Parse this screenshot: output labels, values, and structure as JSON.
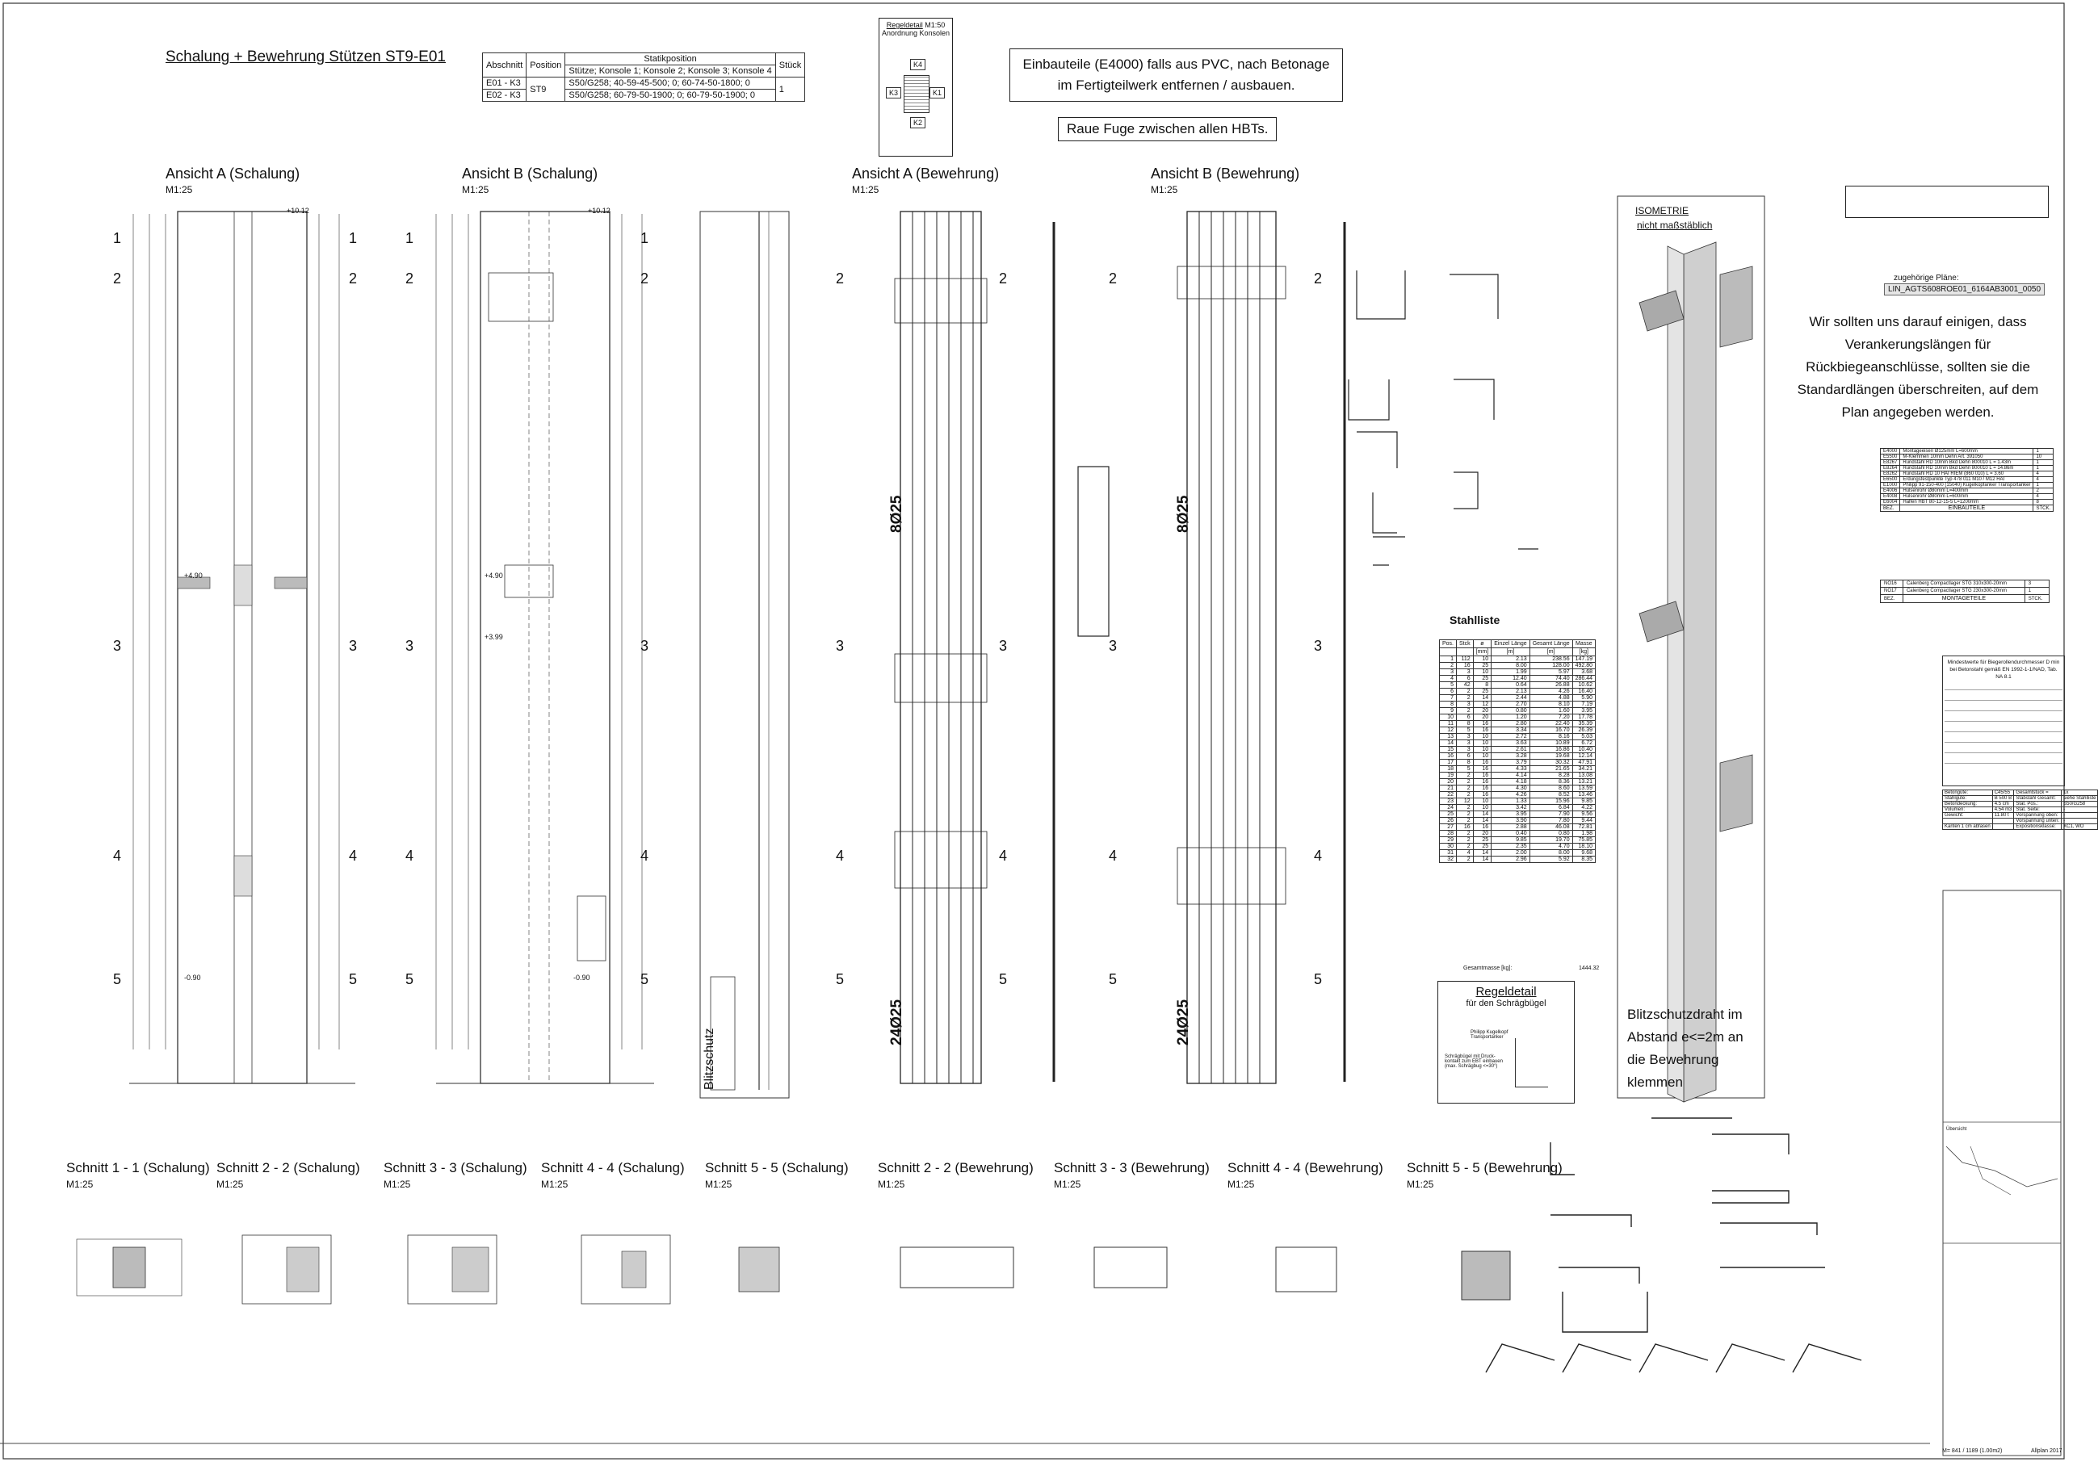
{
  "header": {
    "title": "Schalung + Bewehrung Stützen ST9-E01"
  },
  "position_table": {
    "col_abschnitt": "Abschnitt",
    "col_position": "Position",
    "col_statik": "Statikposition",
    "col_statik_sub": "Stütze; Konsole 1; Konsole 2; Konsole 3; Konsole 4",
    "col_stueck": "Stück",
    "rows": [
      {
        "abschnitt": "E01 - K3",
        "statik": "S50/G258; 40-59-45-500; 0; 60-74-50-1800; 0"
      },
      {
        "abschnitt": "E02 - K3",
        "statik": "S50/G258; 60-79-50-1900; 0; 60-79-50-1900; 0"
      }
    ],
    "position": "ST9",
    "stueck": "1"
  },
  "regeldetail_top": {
    "title": "Regeldetail",
    "scale": "M1:50",
    "subtitle": "Anordnung Konsolen",
    "k1": "K1",
    "k2": "K2",
    "k3": "K3",
    "k4": "K4"
  },
  "notes": {
    "einbauteile": "Einbauteile (E4000) falls aus PVC, nach Betonage im Fertigteilwerk entfernen / ausbauen.",
    "fuge": "Raue Fuge zwischen allen HBTs.",
    "verankerung": "Wir sollten uns darauf einigen, dass Verankerungslängen für Rückbiegeanschlüsse, sollten sie die Standardlängen überschreiten, auf dem Plan angegeben werden.",
    "blitzschutz": "Blitzschutzdraht im Abstand e<=2m an die Bewehrung klemmen",
    "zugehoerige_plaene": "zugehörige Pläne:",
    "plan_ref": "LIN_AGTS608ROE01_6164AB3001_0050"
  },
  "views": [
    {
      "title": "Ansicht A (Schalung)",
      "scale": "M1:25"
    },
    {
      "title": "Ansicht B (Schalung)",
      "scale": "M1:25"
    },
    {
      "title": "Ansicht A (Bewehrung)",
      "scale": "M1:25"
    },
    {
      "title": "Ansicht B (Bewehrung)",
      "scale": "M1:25"
    }
  ],
  "sections": [
    {
      "title": "Schnitt 1 - 1 (Schalung)",
      "scale": "M1:25"
    },
    {
      "title": "Schnitt 2 - 2 (Schalung)",
      "scale": "M1:25"
    },
    {
      "title": "Schnitt 3 - 3 (Schalung)",
      "scale": "M1:25"
    },
    {
      "title": "Schnitt 4 - 4 (Schalung)",
      "scale": "M1:25"
    },
    {
      "title": "Schnitt 5 - 5 (Schalung)",
      "scale": "M1:25"
    },
    {
      "title": "Schnitt 2 - 2 (Bewehrung)",
      "scale": "M1:25"
    },
    {
      "title": "Schnitt 3 - 3 (Bewehrung)",
      "scale": "M1:25"
    },
    {
      "title": "Schnitt 4 - 4 (Bewehrung)",
      "scale": "M1:25"
    },
    {
      "title": "Schnitt 5 - 5 (Bewehrung)",
      "scale": "M1:25"
    }
  ],
  "labels": {
    "blitzschutz_vertical": "Blitzschutz",
    "isometrie": "ISOMETRIE",
    "isometrie_sub": "nicht maßstäblich",
    "rebar_8025": "8Ø25",
    "rebar_24025": "24Ø25",
    "elev_top": "+10.12",
    "elev_a": "+4.90",
    "elev_b": "+3.99",
    "elev_c": "-0.90",
    "level_marks": [
      "1",
      "2",
      "3",
      "4",
      "5"
    ]
  },
  "stahlliste": {
    "title": "Stahlliste",
    "headers": [
      "Pos.",
      "Stck",
      "ø",
      "Einzel Länge",
      "Gesamt Länge",
      "Masse"
    ],
    "units": [
      "",
      "",
      "[mm]",
      "[m]",
      "[m]",
      "[kg]"
    ],
    "rows": [
      [
        "1",
        "112",
        "10",
        "2.13",
        "238.56",
        "147.19"
      ],
      [
        "2",
        "16",
        "25",
        "8.00",
        "128.00",
        "492.80"
      ],
      [
        "3",
        "3",
        "10",
        "1.99",
        "5.97",
        "3.68"
      ],
      [
        "4",
        "6",
        "25",
        "12.40",
        "74.40",
        "286.44"
      ],
      [
        "5",
        "42",
        "8",
        "0.64",
        "26.88",
        "10.62"
      ],
      [
        "6",
        "2",
        "25",
        "2.13",
        "4.26",
        "16.40"
      ],
      [
        "7",
        "2",
        "14",
        "2.44",
        "4.88",
        "5.90"
      ],
      [
        "8",
        "3",
        "12",
        "2.70",
        "8.10",
        "7.19"
      ],
      [
        "9",
        "2",
        "20",
        "0.80",
        "1.60",
        "3.95"
      ],
      [
        "10",
        "6",
        "20",
        "1.20",
        "7.20",
        "17.78"
      ],
      [
        "11",
        "8",
        "16",
        "2.80",
        "22.40",
        "35.39"
      ],
      [
        "12",
        "5",
        "16",
        "3.34",
        "16.70",
        "26.39"
      ],
      [
        "13",
        "3",
        "10",
        "2.72",
        "8.16",
        "5.03"
      ],
      [
        "14",
        "3",
        "10",
        "3.63",
        "10.89",
        "6.72"
      ],
      [
        "15",
        "3",
        "10",
        "2.61",
        "16.86",
        "10.40"
      ],
      [
        "16",
        "6",
        "10",
        "3.28",
        "19.68",
        "12.14"
      ],
      [
        "17",
        "8",
        "16",
        "3.79",
        "30.32",
        "47.91"
      ],
      [
        "18",
        "5",
        "16",
        "4.33",
        "21.65",
        "34.21"
      ],
      [
        "19",
        "2",
        "16",
        "4.14",
        "8.28",
        "13.08"
      ],
      [
        "20",
        "2",
        "16",
        "4.18",
        "8.36",
        "13.21"
      ],
      [
        "21",
        "2",
        "16",
        "4.30",
        "8.60",
        "13.59"
      ],
      [
        "22",
        "2",
        "16",
        "4.26",
        "8.52",
        "13.46"
      ],
      [
        "23",
        "12",
        "10",
        "1.33",
        "15.96",
        "9.85"
      ],
      [
        "24",
        "2",
        "10",
        "3.42",
        "6.84",
        "4.22"
      ],
      [
        "25",
        "2",
        "14",
        "3.95",
        "7.90",
        "9.56"
      ],
      [
        "26",
        "2",
        "14",
        "3.90",
        "7.80",
        "9.44"
      ],
      [
        "27",
        "16",
        "16",
        "2.88",
        "46.08",
        "72.81"
      ],
      [
        "28",
        "2",
        "20",
        "0.40",
        "0.80",
        "1.98"
      ],
      [
        "29",
        "2",
        "25",
        "9.85",
        "19.70",
        "75.85"
      ],
      [
        "30",
        "2",
        "25",
        "2.35",
        "4.70",
        "18.10"
      ],
      [
        "31",
        "4",
        "14",
        "2.00",
        "8.00",
        "9.68"
      ],
      [
        "32",
        "2",
        "14",
        "2.96",
        "5.92",
        "8.35"
      ]
    ],
    "total_label": "Gesamtmasse [kg]:",
    "total_value": "1444.32"
  },
  "regeldetail_bottom": {
    "title": "Regeldetail",
    "subtitle": "für den Schrägbügel",
    "note1": "Philipp Kugelkopf Transportanker",
    "note2": "Schrägbügel mit Druck-kontakt zum EBT einbauen (max. Schrägbug <=30°)"
  },
  "einbauteile": {
    "rows": [
      [
        "E4000",
        "Montageeisen Ø125mm L=600mm",
        "1"
      ],
      [
        "E5500",
        "M-Klemmen 10mm Dehn Art. 391050",
        "10"
      ],
      [
        "E8267",
        "Rundstahl RD 10mm Bkd Dehn 800010 L = 1.43m",
        "1"
      ],
      [
        "E8264",
        "Rundstahl RD 10mm Bkd Dehn 800010 L = 14.86m",
        "1"
      ],
      [
        "E8262",
        "Rundstahl RD 10 HAI RIEM (860 010) L = 3.60",
        "4"
      ],
      [
        "E6500",
        "Erdungsfestpunkte Typ 478 011 M10 / M12 HAI",
        "4"
      ],
      [
        "E1000",
        "Philipp 91-150-400 (15040) Kugelkopfanker Transportanker",
        "1"
      ],
      [
        "E4006",
        "Hülsenrohr Ø80mm L=400mm",
        "2"
      ],
      [
        "E4008",
        "Hülsenrohr Ø80mm L=600mm",
        "4"
      ],
      [
        "E6004",
        "Halfen HBT 80-12-15-5 L=1200mm",
        "8"
      ]
    ],
    "footer_bez": "BEZ.",
    "footer_title": "EINBAUTEILE",
    "footer_stck": "STCK."
  },
  "montageteile": {
    "rows": [
      [
        "NO16",
        "Calenberg Compactlager STG 310x300-20mm",
        "3"
      ],
      [
        "NO17",
        "Calenberg Compactlager STG 230x300-20mm",
        "1"
      ]
    ],
    "footer_bez": "BEZ.",
    "footer_title": "MONTAGETEILE",
    "footer_stck": "STCK."
  },
  "mindestwerte": {
    "title": "Mindestwerte für Biegerollendurchmesser D min bei Betonstahl gemäß EN 1992-1-1/NAD, Tab. NA 8.1"
  },
  "concrete_info": [
    [
      "Betongüte:",
      "C45/55",
      "Gesamtstück =",
      "1x"
    ],
    [
      "Stahlgüte:",
      "B 500 B",
      "Stabstahl Gesamt:",
      "siehe Stahlliste"
    ],
    [
      "Betondeckung:",
      "4.5 cm",
      "Stat. Pos.:",
      "S50/G258"
    ],
    [
      "Volumen:",
      "4.54 m3",
      "Stat. Seite:",
      "-"
    ],
    [
      "Gewicht:",
      "11.80 t",
      "Vorspannung oben:",
      "-"
    ],
    [
      "",
      "",
      "Vorspannung unten:",
      "-"
    ],
    [
      "Kanten 1 cm abfasen",
      "",
      "Expositionsklasse:",
      "XC1, WO"
    ]
  ],
  "footer": {
    "format": "M= 841 / 1189 (1.00m2)",
    "software": "Allplan 2017",
    "uebersicht": "Übersicht"
  }
}
